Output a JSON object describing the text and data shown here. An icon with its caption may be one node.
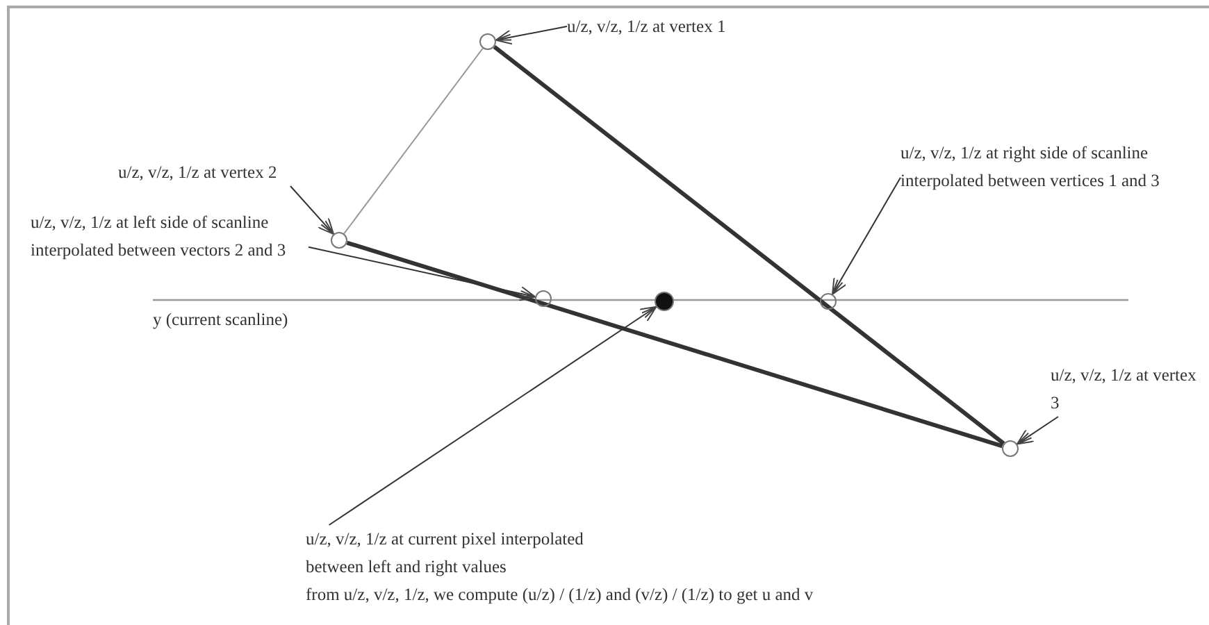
{
  "diagram": {
    "nodes": [
      {
        "text": [],
        "shape": "circle"
      },
      {
        "text": [],
        "shape": "circle"
      },
      {
        "text": [],
        "shape": "circle"
      },
      {
        "text": [],
        "shape": "circle"
      },
      {
        "text": [],
        "shape": "circle"
      },
      {
        "text": [],
        "shape": "circle"
      },
      {
        "text": [
          "u/z, v/z, 1/z at vertex 1"
        ]
      },
      {
        "text": [
          "u/z, v/z, 1/z at vertex 2"
        ]
      },
      {
        "text": [
          "u/z, v/z, 1/z at left side of scanline interpolated between vectors 2 and 3"
        ]
      },
      {
        "text": [
          "u/z, v/z, 1/z at right side of scanline interpolated between vertices 1 and 3"
        ]
      },
      {
        "text": [
          "u/z, v/z, 1/z at vertex 3"
        ]
      },
      {
        "text": [
          "u/z, v/z, 1/z at current pixel interpolated between left and right values"
        ]
      }
    ],
    "edges": [
      {
        "from": 0,
        "to": 1,
        "arrow": "none",
        "color": "#999999"
      },
      {
        "from": 0,
        "to": 2,
        "arrow": "none",
        "style": "thick"
      },
      {
        "from": 1,
        "to": 2,
        "arrow": "none",
        "style": "thick"
      },
      {
        "from": 6,
        "to": 0,
        "arrow": "to"
      },
      {
        "from": 7,
        "to": 1,
        "arrow": "to"
      },
      {
        "from": 8,
        "to": 3,
        "arrow": "to"
      },
      {
        "from": 9,
        "to": 5,
        "arrow": "to"
      },
      {
        "from": 10,
        "to": 2,
        "arrow": "to"
      },
      {
        "from": 11,
        "to": 4,
        "arrow": "to"
      }
    ],
    "labels": [
      "y (current scanline)",
      "from u/z, v/z, 1/z, we compute (u/z) / (1/z) and (v/z) / (1/z) to get u and v"
    ]
  }
}
